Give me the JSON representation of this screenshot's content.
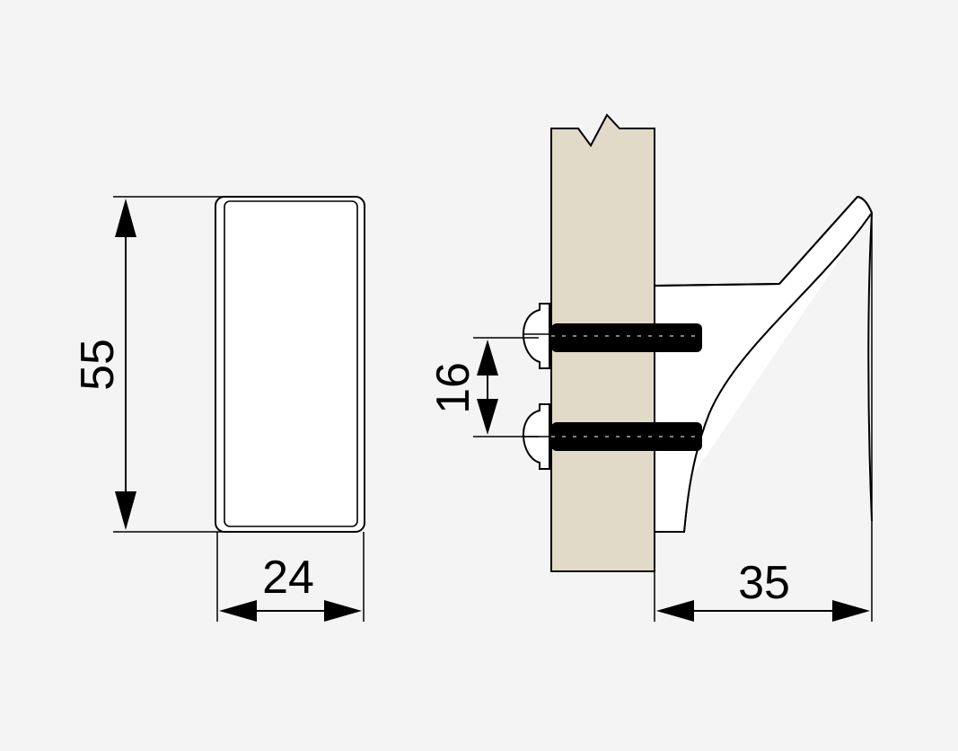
{
  "dimensions": {
    "height": "55",
    "width": "24",
    "screw_spacing": "16",
    "projection": "35"
  },
  "colors": {
    "background": "#f4f4f4",
    "wall": "#e2dac8",
    "line": "#000000",
    "screw": "#000000"
  }
}
